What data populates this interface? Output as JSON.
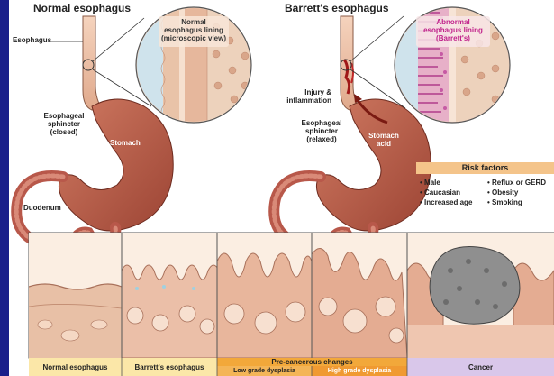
{
  "normal_title": "Normal esophagus",
  "barrett_title": "Barrett's esophagus",
  "labels": {
    "esophagus": "Esophagus",
    "normal_sphincter": [
      "Esophageal",
      "sphincter",
      "(closed)"
    ],
    "normal_stomach": "Stomach",
    "duodenum": "Duodenum",
    "injury": [
      "Injury &",
      "inflammation"
    ],
    "barrett_sphincter": [
      "Esophageal",
      "sphincter",
      "(relaxed)"
    ],
    "barrett_stomach": [
      "Stomach",
      "acid"
    ]
  },
  "bubbles": {
    "normal": [
      "Normal",
      "esophagus lining",
      "(microscopic view)"
    ],
    "barrett": [
      "Abnormal",
      "esophagus lining",
      "(Barrett's)"
    ]
  },
  "risk_factors": {
    "title": "Risk factors",
    "left": [
      "• Male",
      "• Caucasian",
      "• Increased age"
    ],
    "right": [
      "• Reflux or GERD",
      "• Obesity",
      "• Smoking"
    ]
  },
  "stages": {
    "normal": "Normal esophagus",
    "barrett": "Barrett's esophagus",
    "precancer": "Pre-cancerous changes",
    "low": "Low grade dysplasia",
    "high": "High grade dysplasia",
    "cancer": "Cancer"
  },
  "colors": {
    "stomach": "#b85a45",
    "tissue": "#e8b79a",
    "barrett_pink": "#d46ab0",
    "stage_yellow": "#fbe7a8",
    "precancer_orange": "#f2a83a",
    "cancer_purple": "#d9c7ea",
    "border_blue": "#1a1f8a"
  }
}
